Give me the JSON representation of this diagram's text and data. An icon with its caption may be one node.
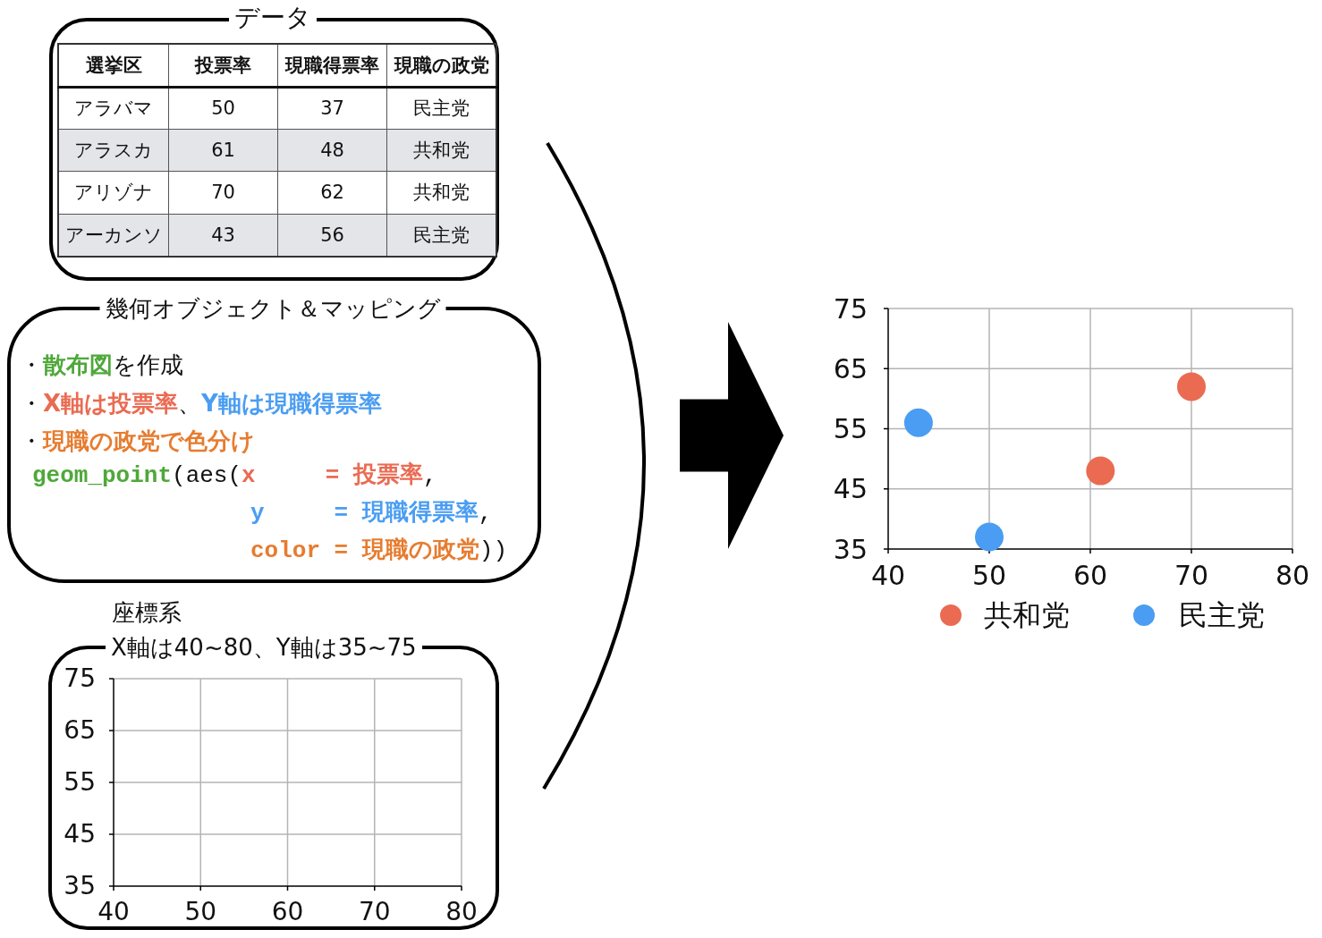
{
  "diagram": {
    "nodes": [
      {
        "text": [
          "データ"
        ]
      },
      {
        "text": [
          "幾何オブジェクト＆マッピング",
          "・**散布図**を作成",
          "・**X軸は投票率**、**Y軸は現職得票率**",
          "・**現職の政党で色分け**",
          "**geom_point**(aes(**x     = 投票率**,",
          "**y     = 現職得票率**,",
          "**color = 現職の政党**))"
        ]
      },
      {
        "text": [
          "座標系",
          "X軸は40~80、Y軸は35~75"
        ]
      },
      {
        "text": [],
        "shape": "picture"
      }
    ],
    "edges": [
      {
        "from": null,
        "to": 3,
        "arrow": "to"
      }
    ],
    "labels": [
      "選挙区",
      "投票率",
      "現職得票率",
      "現職の政党",
      "アラバマ",
      "50",
      "37",
      "民主党",
      "アラスカ",
      "61",
      "48",
      "共和党",
      "アリゾナ",
      "70",
      "62",
      "共和党",
      "アーカンソ",
      "43",
      "56",
      "民主党",
      "75",
      "65",
      "55",
      "45",
      "35",
      "40",
      "50",
      "60",
      "70",
      "80"
    ],
    "chart_data": {
      "type": "scatter",
      "x": [
        43,
        50,
        61,
        70
      ],
      "series": [
        {
          "name": "共和党",
          "color": "#ea6b52",
          "values": [
            null,
            null,
            48,
            62
          ]
        },
        {
          "name": "民主党",
          "color": "#4a9df2",
          "values": [
            56,
            37,
            null,
            null
          ]
        }
      ],
      "xlim": [
        40,
        80
      ],
      "ylim": [
        35,
        75
      ],
      "xticks": [
        40,
        50,
        60,
        70,
        80
      ],
      "yticks": [
        35,
        45,
        55,
        65,
        75
      ],
      "grid": true,
      "legend": "bottom"
    }
  }
}
